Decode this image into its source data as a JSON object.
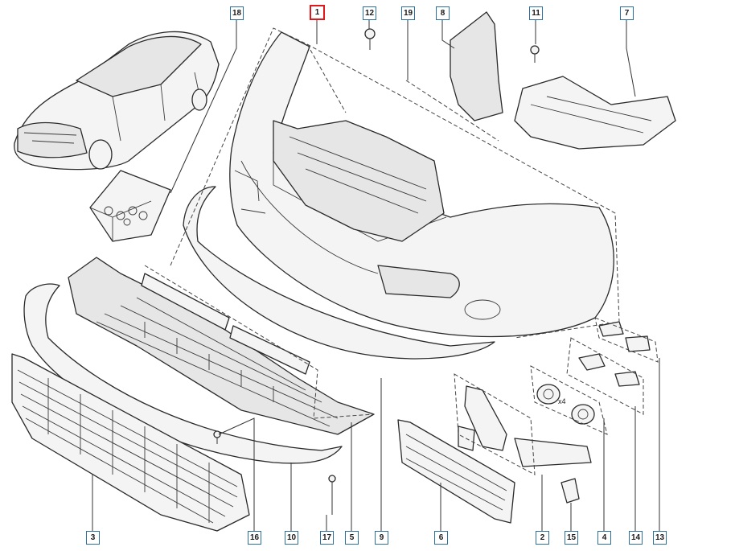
{
  "diagram": {
    "highlighted_part": "1",
    "accent_color": "#e0181b",
    "callout_color": "#2a6f9e",
    "qty_note": "x4",
    "callouts": [
      "18",
      "1",
      "12",
      "19",
      "8",
      "11",
      "7",
      "3",
      "16",
      "10",
      "17",
      "5",
      "9",
      "6",
      "2",
      "15",
      "4",
      "14",
      "13"
    ]
  }
}
